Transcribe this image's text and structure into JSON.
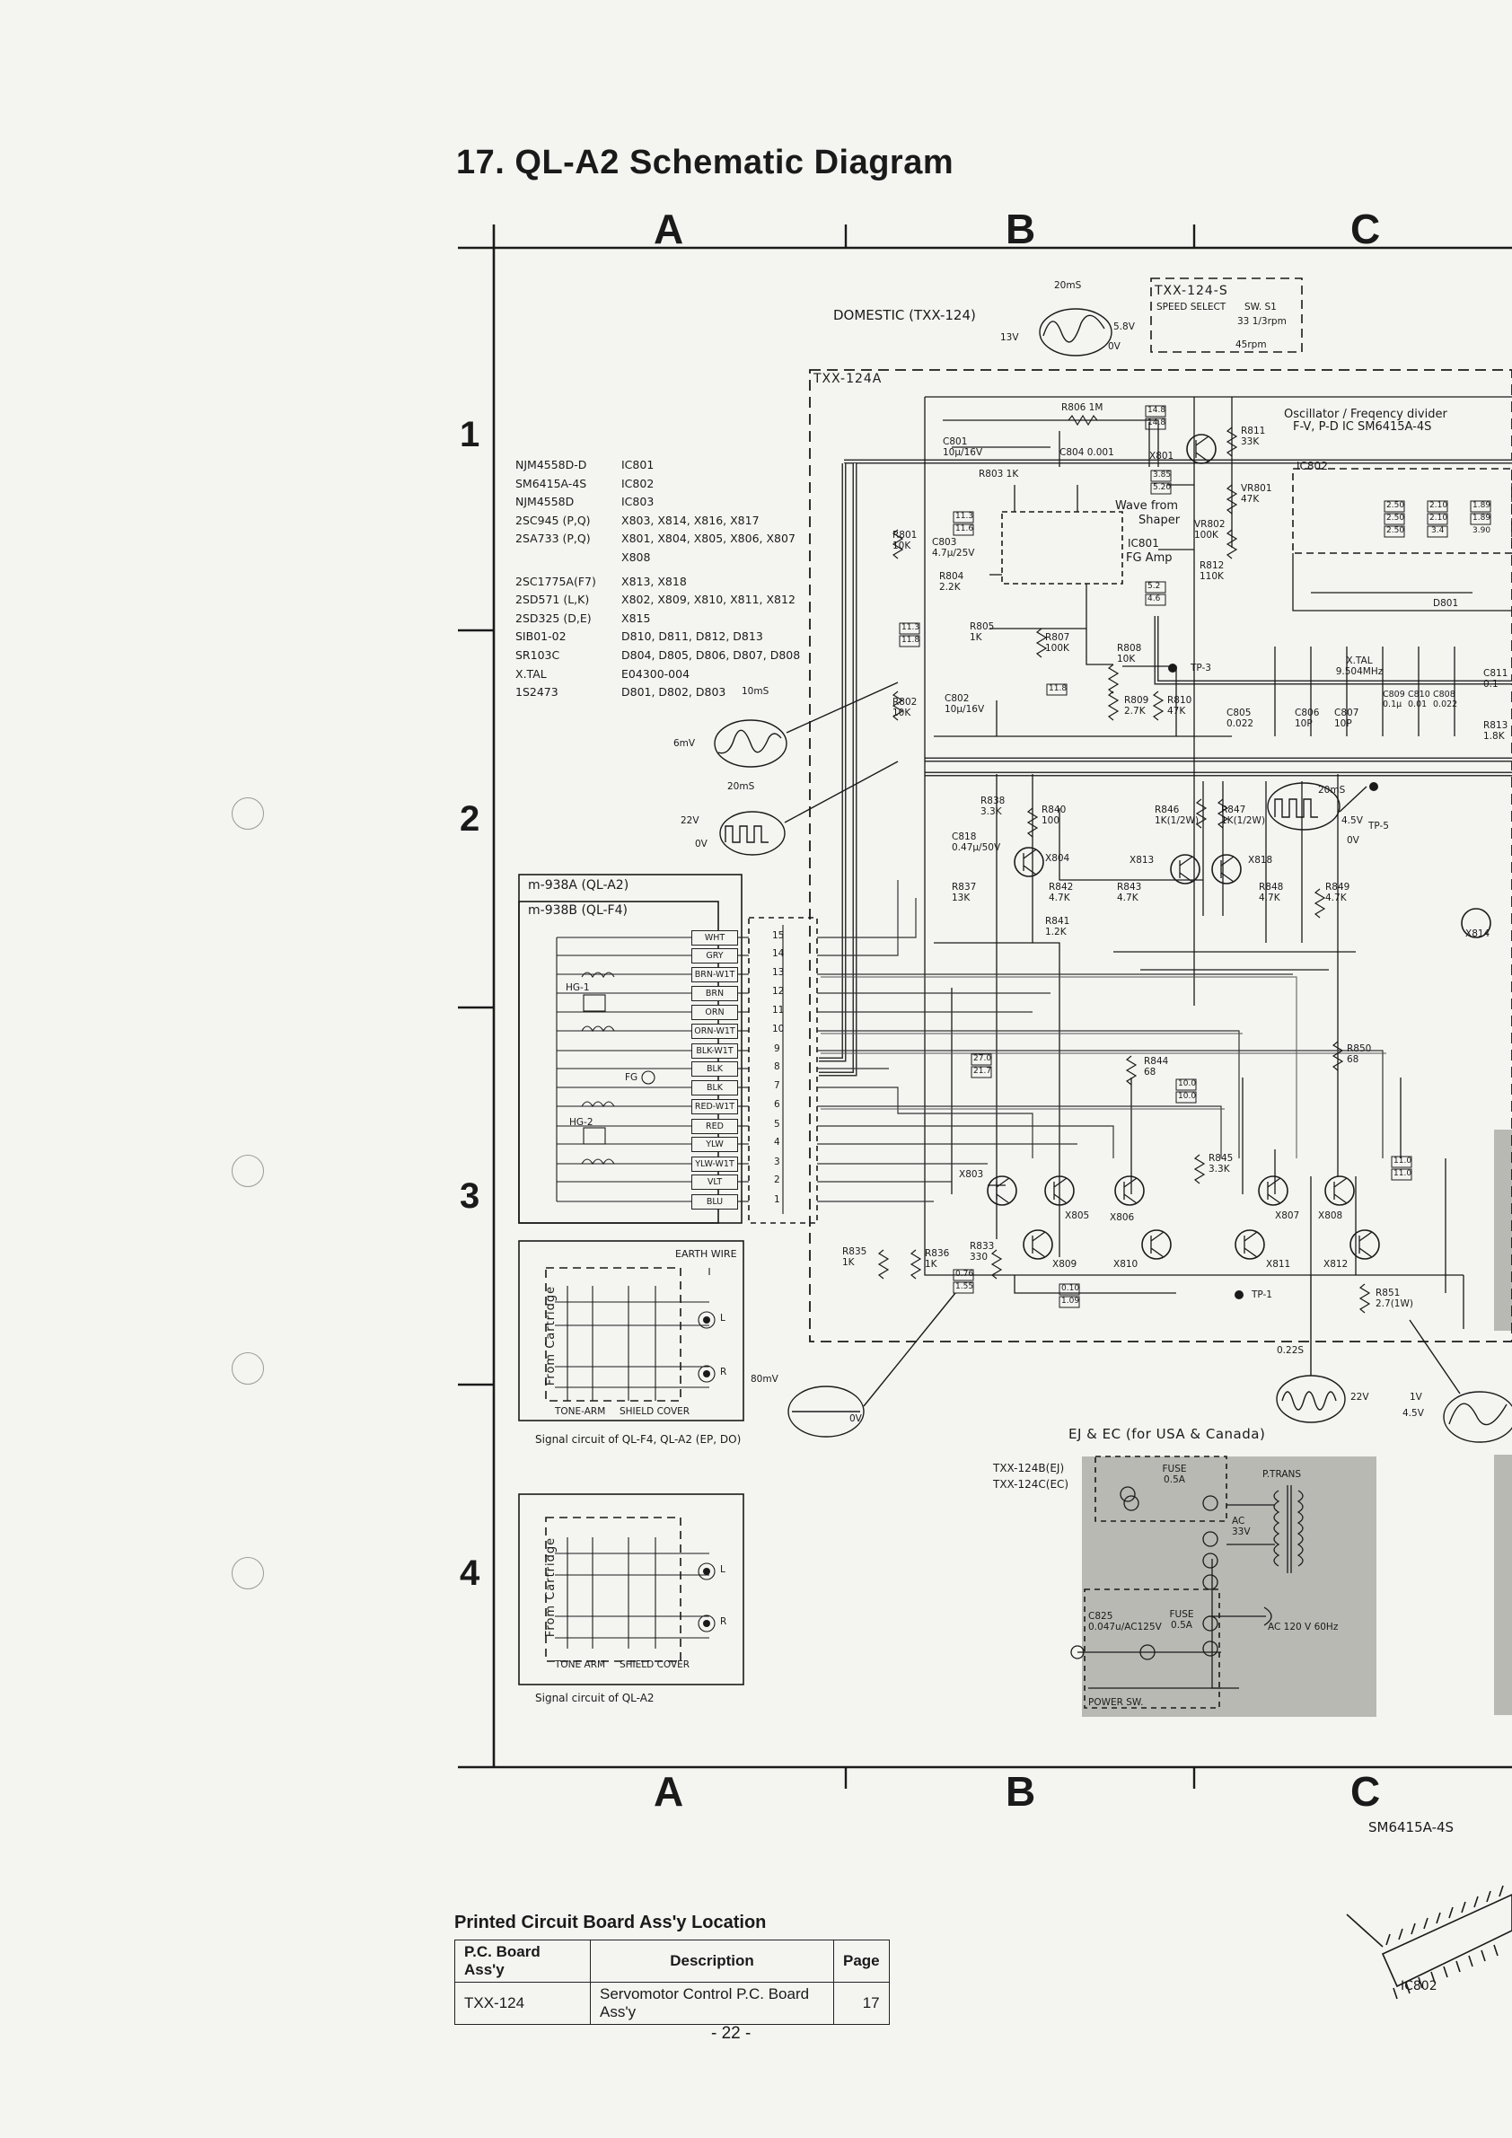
{
  "title": "17. QL-A2 Schematic Diagram",
  "zones": {
    "columns": [
      "A",
      "B",
      "C"
    ],
    "rows": [
      "1",
      "2",
      "3",
      "4"
    ]
  },
  "parts_list": [
    {
      "part": "NJM4558D-D",
      "refs": "IC801"
    },
    {
      "part": "SM6415A-4S",
      "refs": "IC802"
    },
    {
      "part": "NJM4558D",
      "refs": "IC803"
    },
    {
      "part": "2SC945 (P,Q)",
      "refs": "X803, X814, X816, X817"
    },
    {
      "part": "2SA733 (P,Q)",
      "refs": "X801, X804, X805, X806, X807"
    },
    {
      "part": "",
      "refs": "X808"
    },
    {
      "part": "2SC1775A(F7)",
      "refs": "X813, X818"
    },
    {
      "part": "2SD571 (L,K)",
      "refs": "X802, X809, X810, X811, X812"
    },
    {
      "part": "2SD325 (D,E)",
      "refs": "X815"
    },
    {
      "part": "SIB01-02",
      "refs": "D810, D811, D812, D813"
    },
    {
      "part": "SR103C",
      "refs": "D804, D805, D806, D807, D808"
    },
    {
      "part": "X.TAL",
      "refs": "E04300-004"
    },
    {
      "part": "1S2473",
      "refs": "D801, D802, D803"
    }
  ],
  "boards": {
    "domestic": "DOMESTIC (TXX-124)",
    "txx124s": "TXX-124-S",
    "speed_select": "SPEED SELECT",
    "sw": "SW. S1",
    "rpm33": "33 1/3rpm",
    "rpm45": "45rpm",
    "txx124a": "TXX-124A",
    "m938a": "m-938A (QL-A2)",
    "m938b": "m-938B (QL-F4)",
    "ej_ec": "EJ & EC (for USA & Canada)",
    "txx124b": "TXX-124B(EJ)",
    "txx124c": "TXX-124C(EC)",
    "oscillator": "Oscillator / Freqency divider",
    "oscillator2": "F-V, P-D IC SM6415A-4S",
    "wave_from": "Wave from",
    "shaper": "Shaper",
    "fg_amp": "FG Amp",
    "power_trans": "P.TRANS",
    "ac_line": "AC 120 V 60Hz",
    "power_sw": "POWER SW.",
    "fuse1": "FUSE 0.5A",
    "fuse2": "FUSE 0.5A",
    "c825": "C825 0.047u/AC125V",
    "ac33": "AC 33V",
    "earth_wire": "EARTH WIRE",
    "from_cartridge": "From Cartridge",
    "tone_arm": "TONE-ARM",
    "shield_cover": "SHIELD COVER",
    "tone_arm2": "TONE ARM",
    "shield_cover2": "SHIELD COVER",
    "signal1": "Signal circuit of QL-F4, QL-A2 (EP, DO)",
    "signal2": "Signal circuit of QL-A2",
    "ic_name": "SM6415A-4S",
    "ic_ref": "IC802",
    "xtal": "X.TAL 9.504MHz",
    "tp3": "TP-3",
    "tp5": "TP-5",
    "tp1": "TP-1",
    "fg": "FG",
    "hg1": "HG-1",
    "hg2": "HG-2",
    "ch_l": "L",
    "ch_r": "R",
    "ch_l2": "L",
    "ch_r2": "R"
  },
  "wires": [
    "WHT",
    "GRY",
    "BRN-W1T",
    "BRN",
    "ORN",
    "ORN-W1T",
    "BLK-W1T",
    "BLK",
    "BLK",
    "RED-W1T",
    "RED",
    "YLW",
    "YLW-W1T",
    "VLT",
    "BLU"
  ],
  "wire_pins": [
    "15",
    "14",
    "13",
    "12",
    "11",
    "10",
    "9",
    "8",
    "7",
    "6",
    "5",
    "4",
    "3",
    "2",
    "1"
  ],
  "waveforms": {
    "w1_time": "20mS",
    "w1_hi": "5.8V",
    "w1_lo": "0V",
    "w1_v": "13V",
    "w2_time": "10mS",
    "w2_amp": "6mV",
    "w3_time": "20mS",
    "w3_amp": "22V",
    "w3_lo": "0V",
    "w4_amp": "80mV",
    "w4_lo": "0V",
    "w5_time": "20mS",
    "w5_hi": "4.5V",
    "w5_lo": "0V",
    "w6_time": "0.22S",
    "w6_amp": "22V",
    "w7_hi": "1V",
    "w7_lo": "4.5V"
  },
  "components": [
    {
      "t": "R806 1M"
    },
    {
      "t": "C801 10µ/16V"
    },
    {
      "t": "R803 1K"
    },
    {
      "t": "C804 0.001"
    },
    {
      "t": "X801"
    },
    {
      "t": "R811 33K"
    },
    {
      "t": "VR801 47K"
    },
    {
      "t": "VR802 100K"
    },
    {
      "t": "R812 110K"
    },
    {
      "t": "IC801"
    },
    {
      "t": "IC802"
    },
    {
      "t": "R801 10K"
    },
    {
      "t": "C803 4.7µ/25V"
    },
    {
      "t": "R804 2.2K"
    },
    {
      "t": "R805 1K"
    },
    {
      "t": "R807 100K"
    },
    {
      "t": "R808 10K"
    },
    {
      "t": "R802 10K"
    },
    {
      "t": "C802 10µ/16V"
    },
    {
      "t": "R809 2.7K"
    },
    {
      "t": "R810 47K"
    },
    {
      "t": "C805 0.022"
    },
    {
      "t": "C806 10P"
    },
    {
      "t": "C807 10P"
    },
    {
      "t": "C809 0.1µ"
    },
    {
      "t": "C810 0.01"
    },
    {
      "t": "C808 0.022"
    },
    {
      "t": "D801"
    },
    {
      "t": "R838 3.3K"
    },
    {
      "t": "R840 100"
    },
    {
      "t": "C818 0.47µ/50V"
    },
    {
      "t": "X804"
    },
    {
      "t": "R846 1K(1/2W)"
    },
    {
      "t": "R847 1K(1/2W)"
    },
    {
      "t": "X813"
    },
    {
      "t": "X818"
    },
    {
      "t": "R837 13K"
    },
    {
      "t": "R842 4.7K"
    },
    {
      "t": "R843 4.7K"
    },
    {
      "t": "R841 1.2K"
    },
    {
      "t": "R848 4.7K"
    },
    {
      "t": "R849 4.7K"
    },
    {
      "t": "R844 68"
    },
    {
      "t": "R850 68"
    },
    {
      "t": "R845 3.3K"
    },
    {
      "t": "X803"
    },
    {
      "t": "X805"
    },
    {
      "t": "X806"
    },
    {
      "t": "X807"
    },
    {
      "t": "X808"
    },
    {
      "t": "X809"
    },
    {
      "t": "X810"
    },
    {
      "t": "X811"
    },
    {
      "t": "X812"
    },
    {
      "t": "R835 1K"
    },
    {
      "t": "R836 1K"
    },
    {
      "t": "R833 330"
    },
    {
      "t": "R851 2.7(1W)"
    },
    {
      "t": "X814"
    },
    {
      "t": "R813 1.8K"
    },
    {
      "t": "C811 0.1"
    }
  ],
  "voltages": [
    "14.8",
    "14.8",
    "3.85",
    "5.20",
    "11.3",
    "11.6",
    "5.2",
    "4.6",
    "11.3",
    "11.8",
    "11.8",
    "2.50",
    "2.50",
    "2.50",
    "2.10",
    "2.10",
    "3.4",
    "3.90",
    "1.89",
    "1.89",
    "27.0",
    "21.7",
    "10.0",
    "10.0",
    "11.0",
    "11.0",
    "0.76",
    "1.55",
    "0.10",
    "1.09"
  ],
  "pcb_location": {
    "caption": "Printed Circuit Board Ass'y Location",
    "headers": [
      "P.C. Board Ass'y",
      "Description",
      "Page"
    ],
    "rows": [
      [
        "TXX-124",
        "Servomotor Control P.C. Board Ass'y",
        "17"
      ]
    ]
  },
  "page_number": "- 22 -",
  "colors": {
    "ink": "#1a1a1a",
    "paper": "#f4f4f1",
    "shade": "#b9b9b4"
  }
}
